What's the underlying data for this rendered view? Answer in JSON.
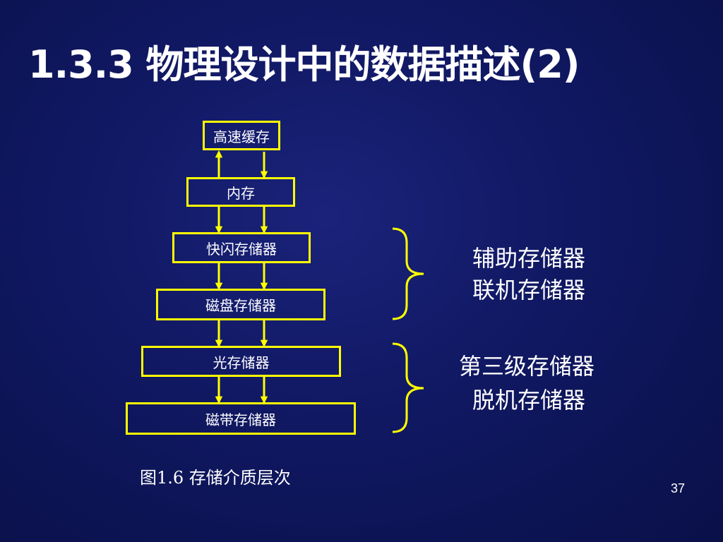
{
  "slide": {
    "title": "1.3.3 物理设计中的数据描述(2)",
    "page_number": "37"
  },
  "diagram": {
    "levels": [
      "高速缓存",
      "内存",
      "快闪存储器",
      "磁盘存储器",
      "光存储器",
      "磁带存储器"
    ],
    "groups": [
      {
        "line1": "辅助存储器",
        "line2": "联机存储器"
      },
      {
        "line1": "第三级存储器",
        "line2": "脱机存储器"
      }
    ],
    "caption": "图1.6 存储介质层次"
  },
  "colors": {
    "accent": "#ffff00",
    "text": "#ffffff",
    "background": "#101862"
  }
}
